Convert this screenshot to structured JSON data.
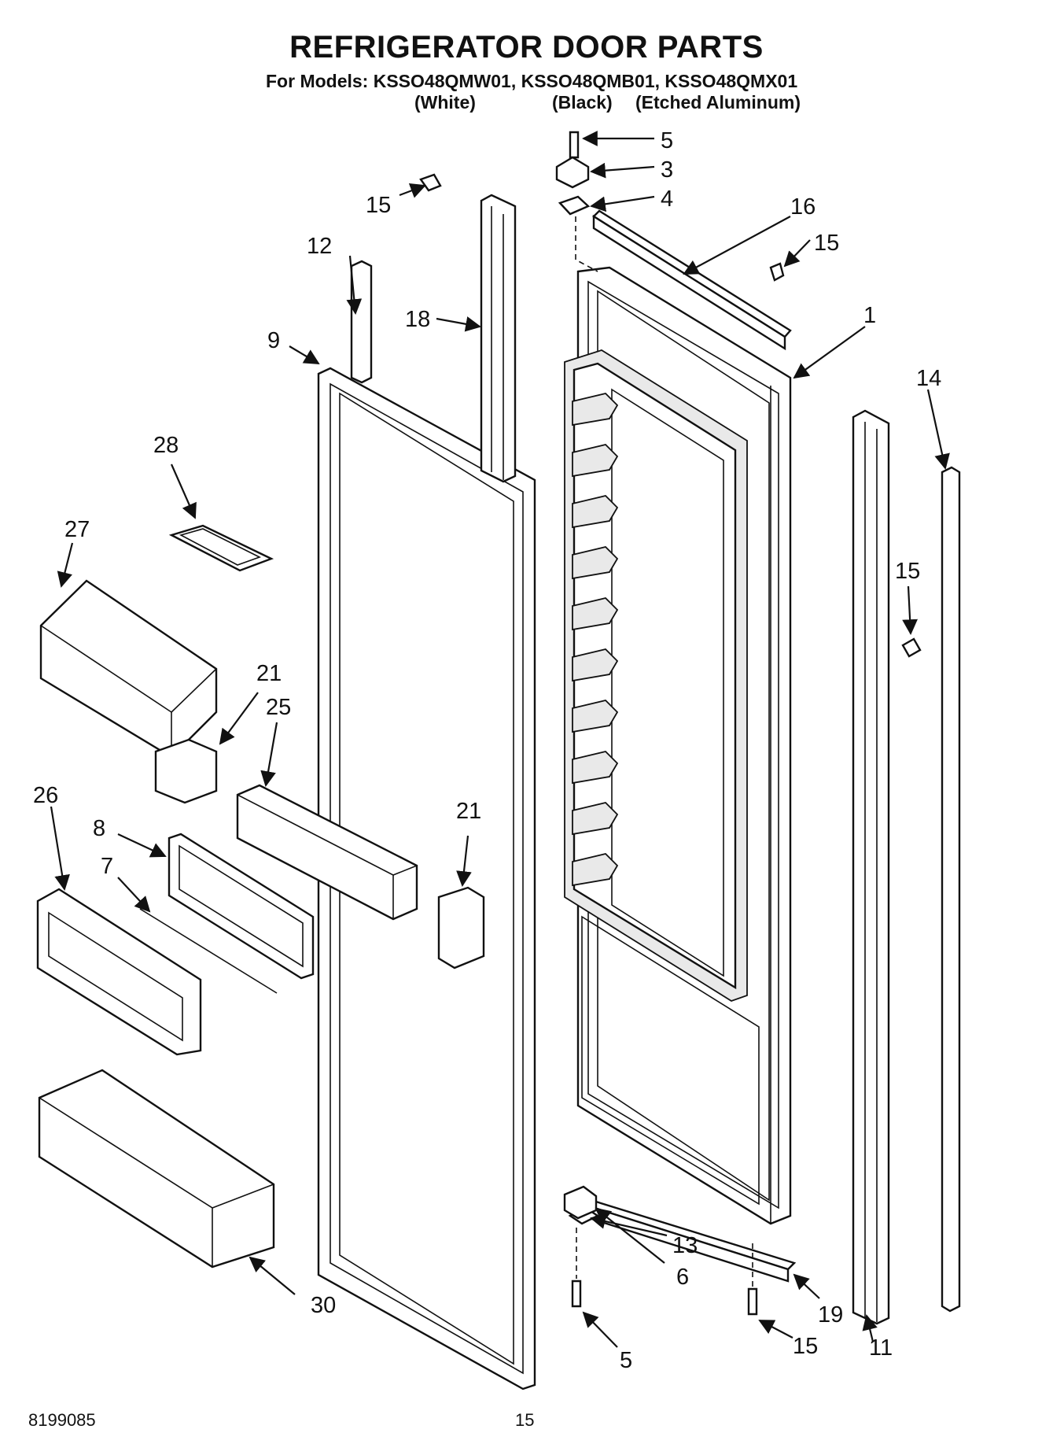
{
  "header": {
    "title": "REFRIGERATOR DOOR PARTS",
    "models_line": "For Models: KSSO48QMW01, KSSO48QMB01, KSSO48QMX01",
    "variants": [
      "(White)",
      "(Black)",
      "(Etched Aluminum)"
    ]
  },
  "callouts": [
    {
      "id": "c5a",
      "text": "5"
    },
    {
      "id": "c3",
      "text": "3"
    },
    {
      "id": "c4",
      "text": "4"
    },
    {
      "id": "c15a",
      "text": "15"
    },
    {
      "id": "c16",
      "text": "16"
    },
    {
      "id": "c15b",
      "text": "15"
    },
    {
      "id": "c12",
      "text": "12"
    },
    {
      "id": "c18",
      "text": "18"
    },
    {
      "id": "c1",
      "text": "1"
    },
    {
      "id": "c9",
      "text": "9"
    },
    {
      "id": "c14",
      "text": "14"
    },
    {
      "id": "c28",
      "text": "28"
    },
    {
      "id": "c27",
      "text": "27"
    },
    {
      "id": "c15c",
      "text": "15"
    },
    {
      "id": "c21a",
      "text": "21"
    },
    {
      "id": "c25",
      "text": "25"
    },
    {
      "id": "c26",
      "text": "26"
    },
    {
      "id": "c21b",
      "text": "21"
    },
    {
      "id": "c8",
      "text": "8"
    },
    {
      "id": "c7",
      "text": "7"
    },
    {
      "id": "c13",
      "text": "13"
    },
    {
      "id": "c6",
      "text": "6"
    },
    {
      "id": "c30",
      "text": "30"
    },
    {
      "id": "c19",
      "text": "19"
    },
    {
      "id": "c11",
      "text": "11"
    },
    {
      "id": "c5b",
      "text": "5"
    },
    {
      "id": "c15d",
      "text": "15"
    }
  ],
  "footer": {
    "part_number": "8199085",
    "page_number": "15"
  }
}
